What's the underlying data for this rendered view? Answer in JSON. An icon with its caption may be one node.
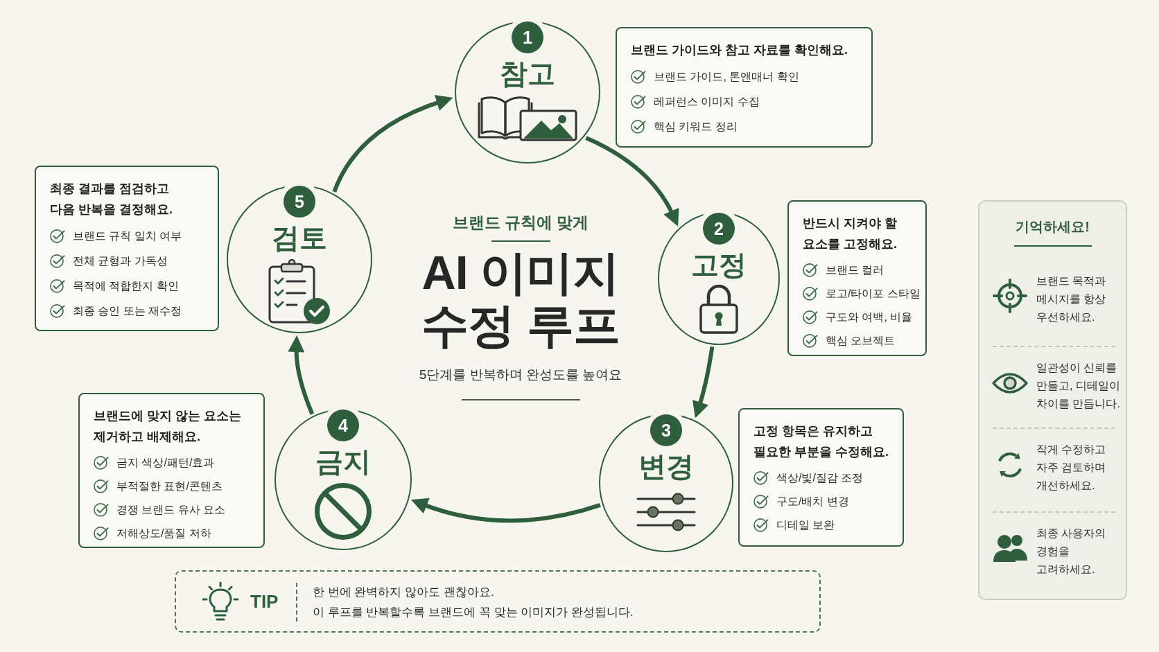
{
  "diagram": {
    "title": "AI 이미지 수정 루프",
    "nodes": [
      {
        "text": [
          "1",
          "참고"
        ]
      },
      {
        "text": [
          "브랜드 가이드와 참고 자료를 확인해요.",
          "브랜드 가이드, 톤앤매너 확인",
          "레퍼런스 이미지 수집",
          "핵심 키워드 정리"
        ]
      },
      {
        "text": [
          "2",
          "고정"
        ]
      },
      {
        "text": [
          "반드시 지켜야 할 요소를 고정해요.",
          "브랜드 컬러",
          "로고/타이포 스타일",
          "구도와 여백, 비율",
          "핵심 오브젝트"
        ]
      },
      {
        "text": [
          "3",
          "변경"
        ]
      },
      {
        "text": [
          "고정 항목은 유지하고 필요한 부분을 수정해요.",
          "색상/빛/질감 조정",
          "구도/배치 변경",
          "디테일 보완"
        ]
      },
      {
        "text": [
          "4",
          "금지"
        ]
      },
      {
        "text": [
          "브랜드에 맞지 않는 요소는 제거하고 배제해요.",
          "금지 색상/패턴/효과",
          "부적절한 표현/콘텐츠",
          "경쟁 브랜드 유사 요소",
          "저해상도/품질 저하"
        ]
      },
      {
        "text": [
          "5",
          "검토"
        ]
      },
      {
        "text": [
          "최종 결과를 점검하고 다음 반복을 결정해요.",
          "브랜드 규칙 일치 여부",
          "전체 균형과 가독성",
          "목적에 적합한지 확인",
          "최종 승인 또는 재수정"
        ]
      },
      {
        "text": [
          "기억하세요!",
          "브랜드 목적과 메시지를 항상 우선하세요.",
          "일관성이 신뢰를 만들고, 디테일이 차이를 만듭니다.",
          "작게 수정하고 자주 검토하며 개선하세요.",
          "최종 사용자의 경험을 고려하세요."
        ]
      },
      {
        "text": [
          "TIP",
          "한 번에 완벽하지 않아도 괜찮아요.",
          "이 루프를 반복할수록 브랜드에 꼭 맞는 이미지가 완성됩니다."
        ]
      }
    ],
    "edges": [
      {
        "from": 0,
        "to": 2,
        "arrow": "to"
      },
      {
        "from": 2,
        "to": 4,
        "arrow": "to"
      },
      {
        "from": 4,
        "to": 6,
        "arrow": "to"
      },
      {
        "from": 6,
        "to": 8,
        "arrow": "to"
      },
      {
        "from": 8,
        "to": 0,
        "arrow": "to"
      }
    ],
    "labels": [
      "브랜드 규칙에 맞게",
      "5단계를 반복하며 완성도를 높여요"
    ]
  }
}
